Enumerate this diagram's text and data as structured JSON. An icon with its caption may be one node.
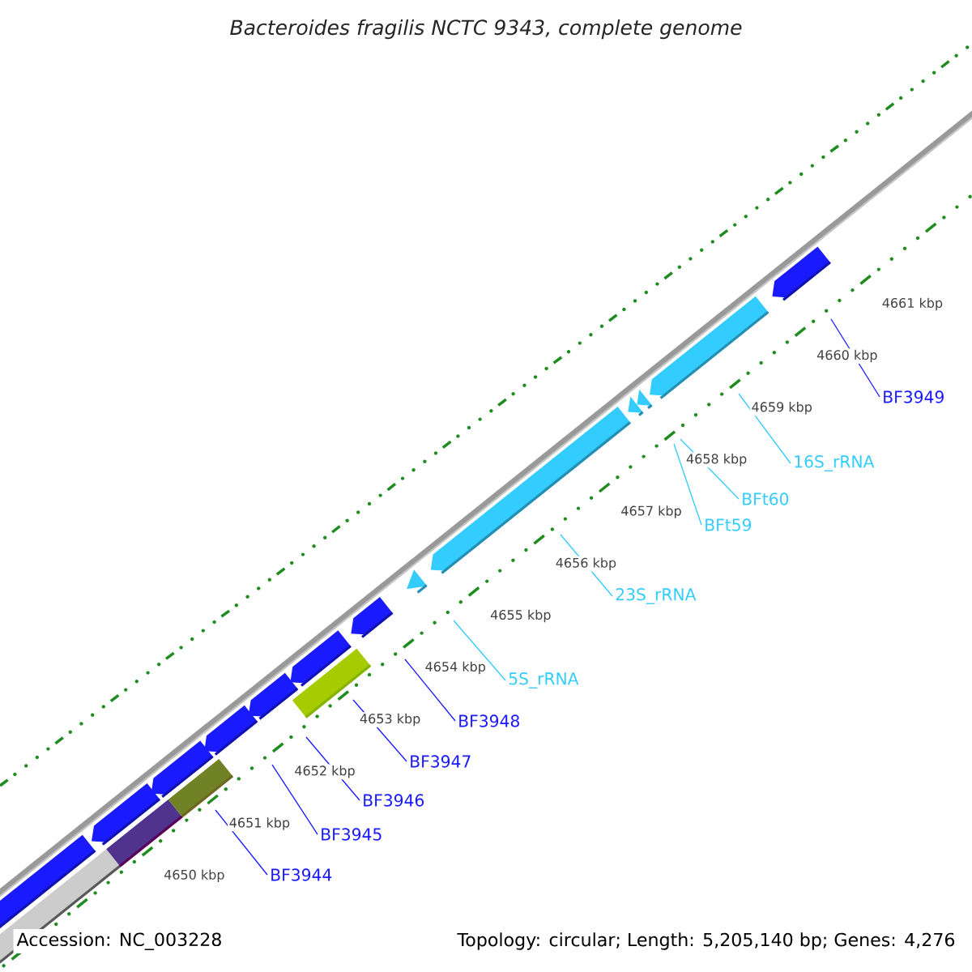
{
  "diagram": {
    "title": "Bacteroides fragilis NCTC 9343, complete genome",
    "nodes": [
      {
        "text": [
          "BF3944"
        ]
      },
      {
        "text": [
          "BF3945"
        ]
      },
      {
        "text": [
          "BF3946"
        ]
      },
      {
        "text": [
          "BF3947"
        ]
      },
      {
        "text": [
          "BF3948"
        ]
      },
      {
        "text": [
          "5S_rRNA"
        ]
      },
      {
        "text": [
          "23S_rRNA"
        ]
      },
      {
        "text": [
          "BFt59"
        ]
      },
      {
        "text": [
          "BFt60"
        ]
      },
      {
        "text": [
          "16S_rRNA"
        ]
      },
      {
        "text": [
          "BF3949"
        ]
      }
    ],
    "edges": [
      {
        "from": 0,
        "to": null,
        "arrow": "none"
      },
      {
        "from": 1,
        "to": null,
        "arrow": "none"
      },
      {
        "from": 2,
        "to": null,
        "arrow": "none"
      },
      {
        "from": 3,
        "to": null,
        "arrow": "none"
      },
      {
        "from": 4,
        "to": null,
        "arrow": "none"
      },
      {
        "from": 5,
        "to": null,
        "arrow": "none",
        "color": "#33ccff"
      },
      {
        "from": 6,
        "to": null,
        "arrow": "none",
        "color": "#33ccff"
      },
      {
        "from": 7,
        "to": null,
        "arrow": "none",
        "color": "#33ccff"
      },
      {
        "from": 8,
        "to": null,
        "arrow": "none",
        "color": "#33ccff"
      },
      {
        "from": 9,
        "to": null,
        "arrow": "none",
        "color": "#33ccff"
      },
      {
        "from": 10,
        "to": null,
        "arrow": "none"
      }
    ],
    "labels": [
      "4650 kbp",
      "4651 kbp",
      "4652 kbp",
      "4653 kbp",
      "4654 kbp",
      "4655 kbp",
      "4656 kbp",
      "4657 kbp",
      "4658 kbp",
      "4659 kbp",
      "4660 kbp",
      "4661 kbp",
      "Accession: NC_003228",
      "Topology: circular; Length: 5,205,140 bp; Genes: 4,276"
    ]
  }
}
